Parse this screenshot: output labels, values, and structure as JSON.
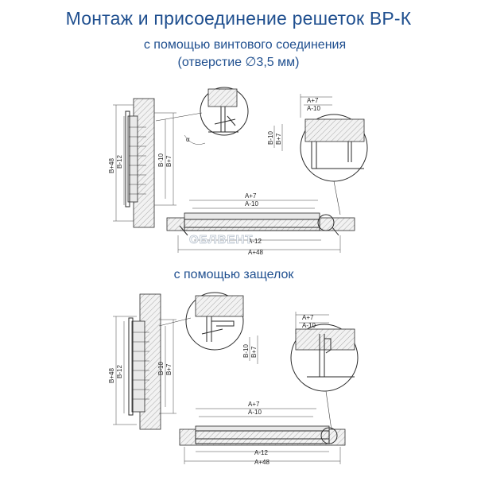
{
  "title": "Монтаж и присоединение решеток ВР-К",
  "section1": {
    "line1": "с помощью винтового соединения",
    "line2": "(отверстие  ∅3,5 мм)"
  },
  "section2": {
    "line1": "с помощью защелок"
  },
  "watermark": "ОБЛВЕНТ",
  "dims": {
    "b48": "B+48",
    "b12": "B-12",
    "b10": "B-10",
    "b7": "B+7",
    "a7": "A+7",
    "a10": "A-10",
    "a12": "A-12",
    "a48": "A+48",
    "alpha": "α"
  },
  "colors": {
    "title": "#1f4f8f"
  }
}
